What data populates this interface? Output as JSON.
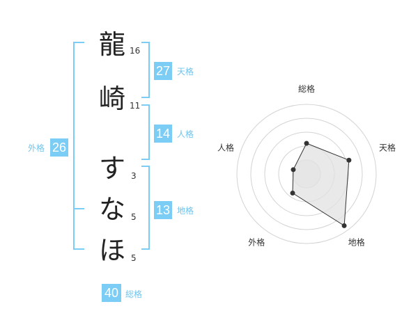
{
  "name": {
    "chars": [
      {
        "char": "龍",
        "strokes": "16"
      },
      {
        "char": "崎",
        "strokes": "11"
      },
      {
        "char": "す",
        "strokes": "3"
      },
      {
        "char": "な",
        "strokes": "5"
      },
      {
        "char": "ほ",
        "strokes": "5"
      }
    ]
  },
  "kaku": {
    "tenkaku": {
      "value": "27",
      "label": "天格"
    },
    "jinkaku": {
      "value": "14",
      "label": "人格"
    },
    "chikaku": {
      "value": "13",
      "label": "地格"
    },
    "gaikaku": {
      "value": "26",
      "label": "外格"
    },
    "soukaku": {
      "value": "40",
      "label": "総格"
    }
  },
  "colors": {
    "accent": "#7ccdf6",
    "label": "#6fc4ee",
    "radar_fill": "#e2e2e2",
    "radar_line": "#333333"
  },
  "chart_data": {
    "type": "radar",
    "axes": [
      "総格",
      "天格",
      "地格",
      "外格",
      "人格"
    ],
    "values": [
      2.2,
      3.2,
      4.6,
      1.7,
      1.0
    ],
    "max": 5,
    "rings": 5
  }
}
